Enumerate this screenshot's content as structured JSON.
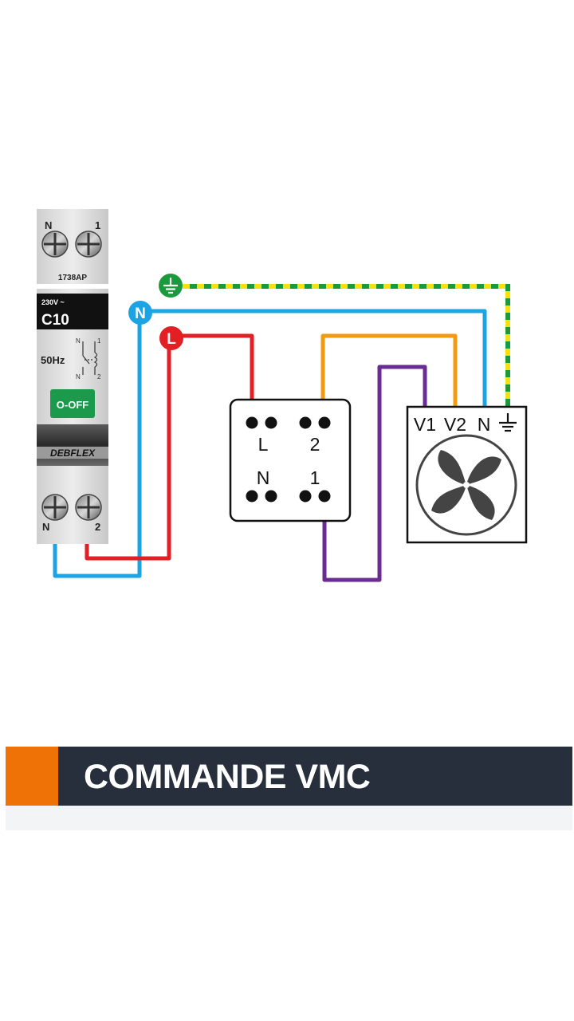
{
  "breaker": {
    "top_labels": [
      "N",
      "1"
    ],
    "ref": "1738AP",
    "voltage": "230V ~",
    "rating": "C10",
    "frequency": "50Hz",
    "schematic_labels": [
      "N",
      "1",
      "N",
      "2"
    ],
    "toggle_label": "O-OFF",
    "brand": "DEBFLEX",
    "bottom_labels": [
      "N",
      "2"
    ]
  },
  "terminals": {
    "earth": "earth-symbol",
    "neutral": "N",
    "live": "L"
  },
  "switch": {
    "labels": [
      "L",
      "2",
      "N",
      "1"
    ]
  },
  "fan": {
    "labels": [
      "V1",
      "V2",
      "N"
    ],
    "earth": "earth-symbol",
    "icon": "fan-icon"
  },
  "wires": {
    "live": "#e31e24",
    "neutral": "#1ca3e3",
    "switched": "#f39a10",
    "return": "#6a2c91",
    "earth_green": "#1a9a3a",
    "earth_yellow": "#f5e010"
  },
  "banner": {
    "title": "COMMANDE VMC",
    "accent_color": "#ee7205",
    "background_color": "#262f3b"
  }
}
